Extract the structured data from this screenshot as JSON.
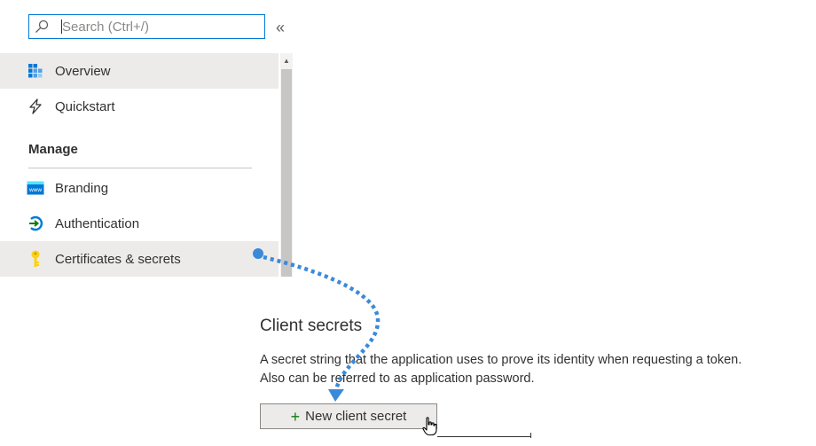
{
  "search": {
    "placeholder": "Search (Ctrl+/)"
  },
  "nav": {
    "collapse_glyph": "«",
    "items": [
      {
        "label": "Overview",
        "icon": "overview-grid-icon",
        "selected": true
      },
      {
        "label": "Quickstart",
        "icon": "lightning-icon",
        "selected": false
      }
    ],
    "manage_header": "Manage",
    "manage_items": [
      {
        "label": "Branding",
        "icon": "branding-www-icon",
        "selected": false
      },
      {
        "label": "Authentication",
        "icon": "authentication-icon",
        "selected": false
      },
      {
        "label": "Certificates & secrets",
        "icon": "key-icon",
        "selected": true
      }
    ]
  },
  "client_secrets": {
    "title": "Client secrets",
    "description_line1": "A secret string that the application uses to prove its identity when requesting a token.",
    "description_line2": "Also can be referred to as application password.",
    "new_button_label": "New client secret",
    "new_button_icon": "plus-icon"
  },
  "colors": {
    "accent": "#0078d4",
    "connector": "#3b8ad9",
    "selected_bg": "#edebe9",
    "plus_green": "#107c10",
    "key_yellow": "#fcd116"
  }
}
